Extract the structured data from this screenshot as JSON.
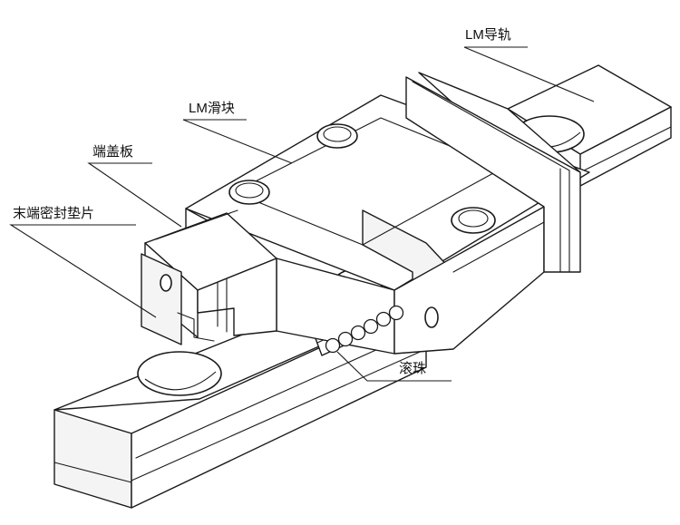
{
  "labels": {
    "rail": "LM导轨",
    "block": "LM滑块",
    "end_plate": "端盖板",
    "end_seal": "末端密封垫片",
    "balls": "滚珠"
  },
  "colors": {
    "line": "#1a1a1a",
    "background": "#ffffff"
  }
}
